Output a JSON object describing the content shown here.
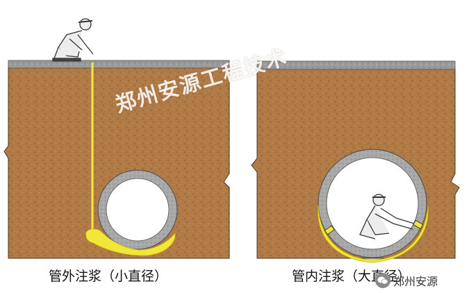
{
  "captions": {
    "left": "管外注浆（小直径）",
    "right": "管内注浆（大直径）"
  },
  "watermark": "郑州安源工程技术",
  "brand": {
    "name": "郑州安源",
    "icon": "wechat-icon"
  },
  "colors": {
    "soil": "#b07a46",
    "road": "#9a9a9a",
    "grout": "#f2e63a",
    "pipe_wall": "#a8a8a8"
  }
}
